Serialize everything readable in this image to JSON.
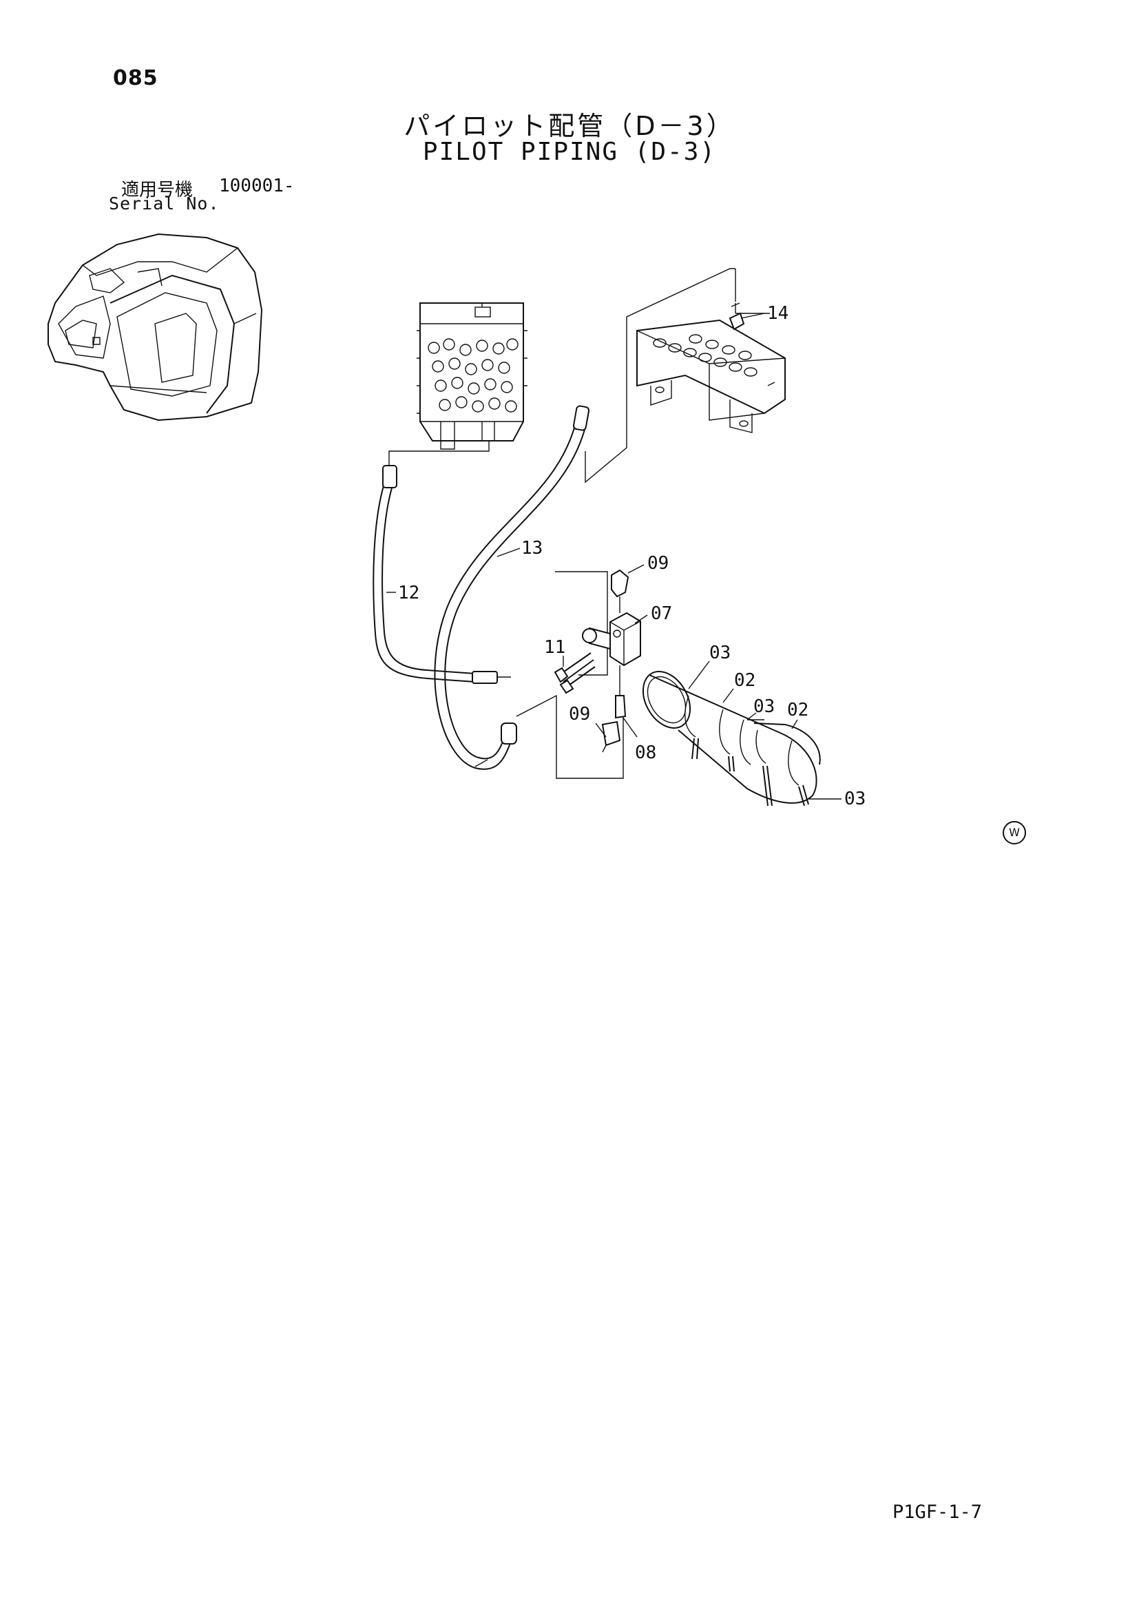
{
  "header": {
    "page_number": "085",
    "title_jp": "パイロット配管（D－3）",
    "title_en": "PILOT PIPING (D-3)",
    "serial_label_jp": "適用号機",
    "serial_value": "100001-",
    "serial_label_en": "Serial No."
  },
  "callouts": {
    "p14": "14",
    "p13": "13",
    "p12": "12",
    "p09a": "09",
    "p07": "07",
    "p11": "11",
    "p03a": "03",
    "p02a": "02",
    "p03b": "03",
    "p02b": "02",
    "p09b": "09",
    "p08": "08",
    "p03c": "03"
  },
  "footer": {
    "watermark": "W",
    "page_code": "P1GF-1-7"
  }
}
